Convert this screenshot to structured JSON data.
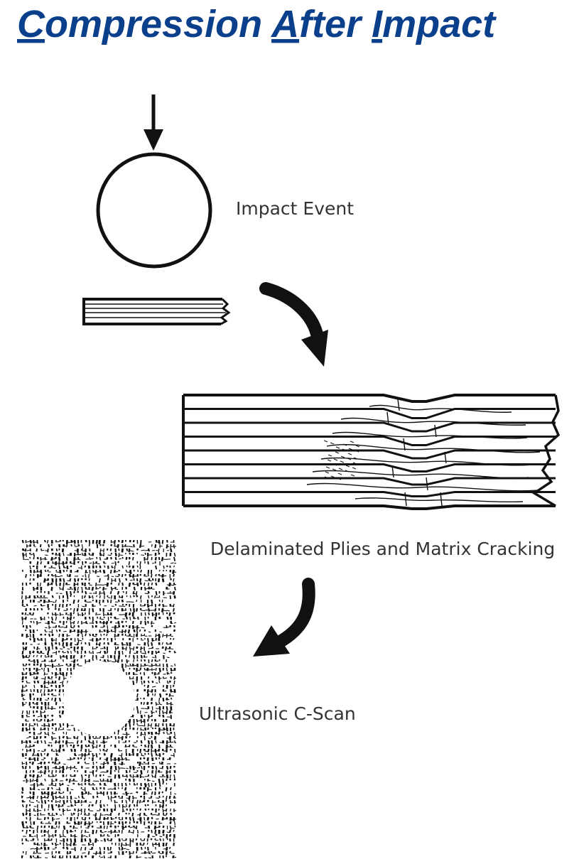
{
  "title": {
    "segments": [
      {
        "text": "C",
        "underline": true
      },
      {
        "text": "ompression ",
        "underline": false
      },
      {
        "text": "A",
        "underline": true
      },
      {
        "text": "fter ",
        "underline": false
      },
      {
        "text": "I",
        "underline": true
      },
      {
        "text": "mpact",
        "underline": false
      }
    ]
  },
  "captions": {
    "impact_event": "Impact Event",
    "delamination": "Delaminated Plies and Matrix Cracking",
    "cscan": "Ultrasonic C-Scan"
  },
  "colors": {
    "title": "#0a3f8c",
    "ink": "#111111",
    "caption": "#333333"
  },
  "icons": {
    "impactor": "circle-impactor",
    "load_arrow": "arrow-down-icon",
    "flow_arrows": "curved-arrow-icon"
  }
}
